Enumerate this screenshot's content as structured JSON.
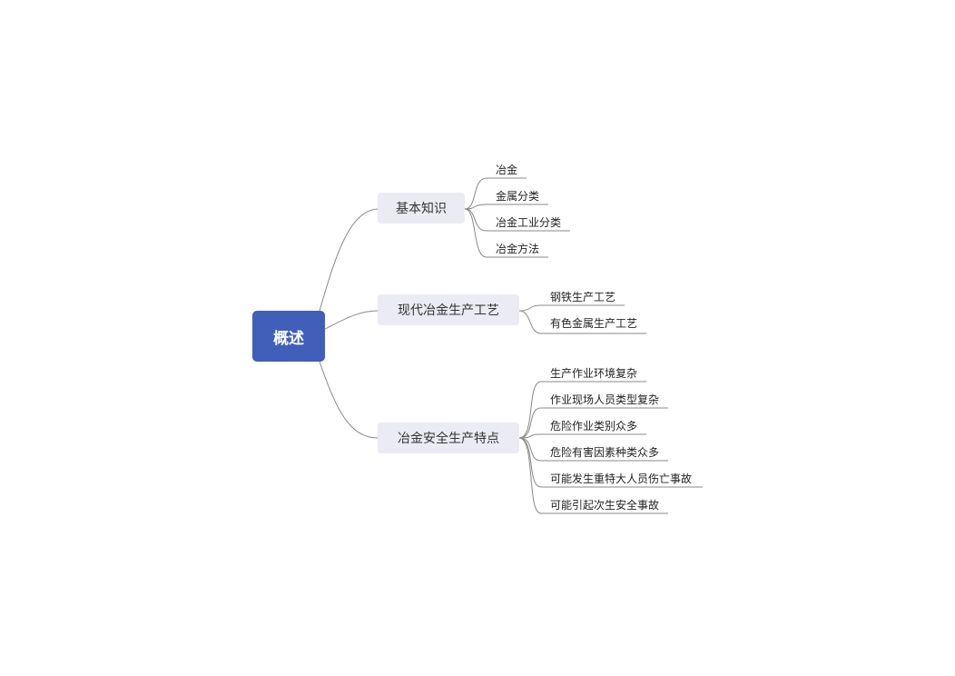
{
  "root": {
    "label": "概述"
  },
  "branches": [
    {
      "label": "基本知识",
      "children": [
        "冶金",
        "金属分类",
        "冶金工业分类",
        "冶金方法"
      ]
    },
    {
      "label": "现代冶金生产工艺",
      "children": [
        "钢铁生产工艺",
        "有色金属生产工艺"
      ]
    },
    {
      "label": "冶金安全生产特点",
      "children": [
        "生产作业环境复杂",
        "作业现场人员类型复杂",
        "危险作业类别众多",
        "危险有害因素种类众多",
        "可能发生重特大人员伤亡事故",
        "可能引起次生安全事故"
      ]
    }
  ],
  "colors": {
    "root_fill": "#3f5fb8",
    "branch_fill": "#ebebf3",
    "line": "#888888"
  }
}
